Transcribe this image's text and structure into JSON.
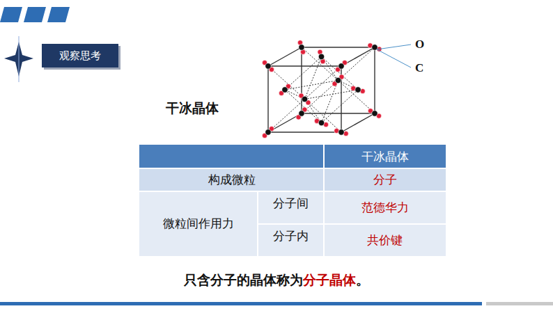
{
  "diagram": {
    "nodes": [
      {
        "text": [
          "观察思考"
        ]
      }
    ],
    "labels": [
      "O",
      "C",
      "干冰晶体",
      "干冰晶体",
      "构成微粒",
      "分子",
      "微粒间作用力",
      "分子间",
      "范德华力",
      "分子内",
      "共价键",
      "只含分子的晶体称为",
      "分子晶体",
      "。"
    ]
  }
}
